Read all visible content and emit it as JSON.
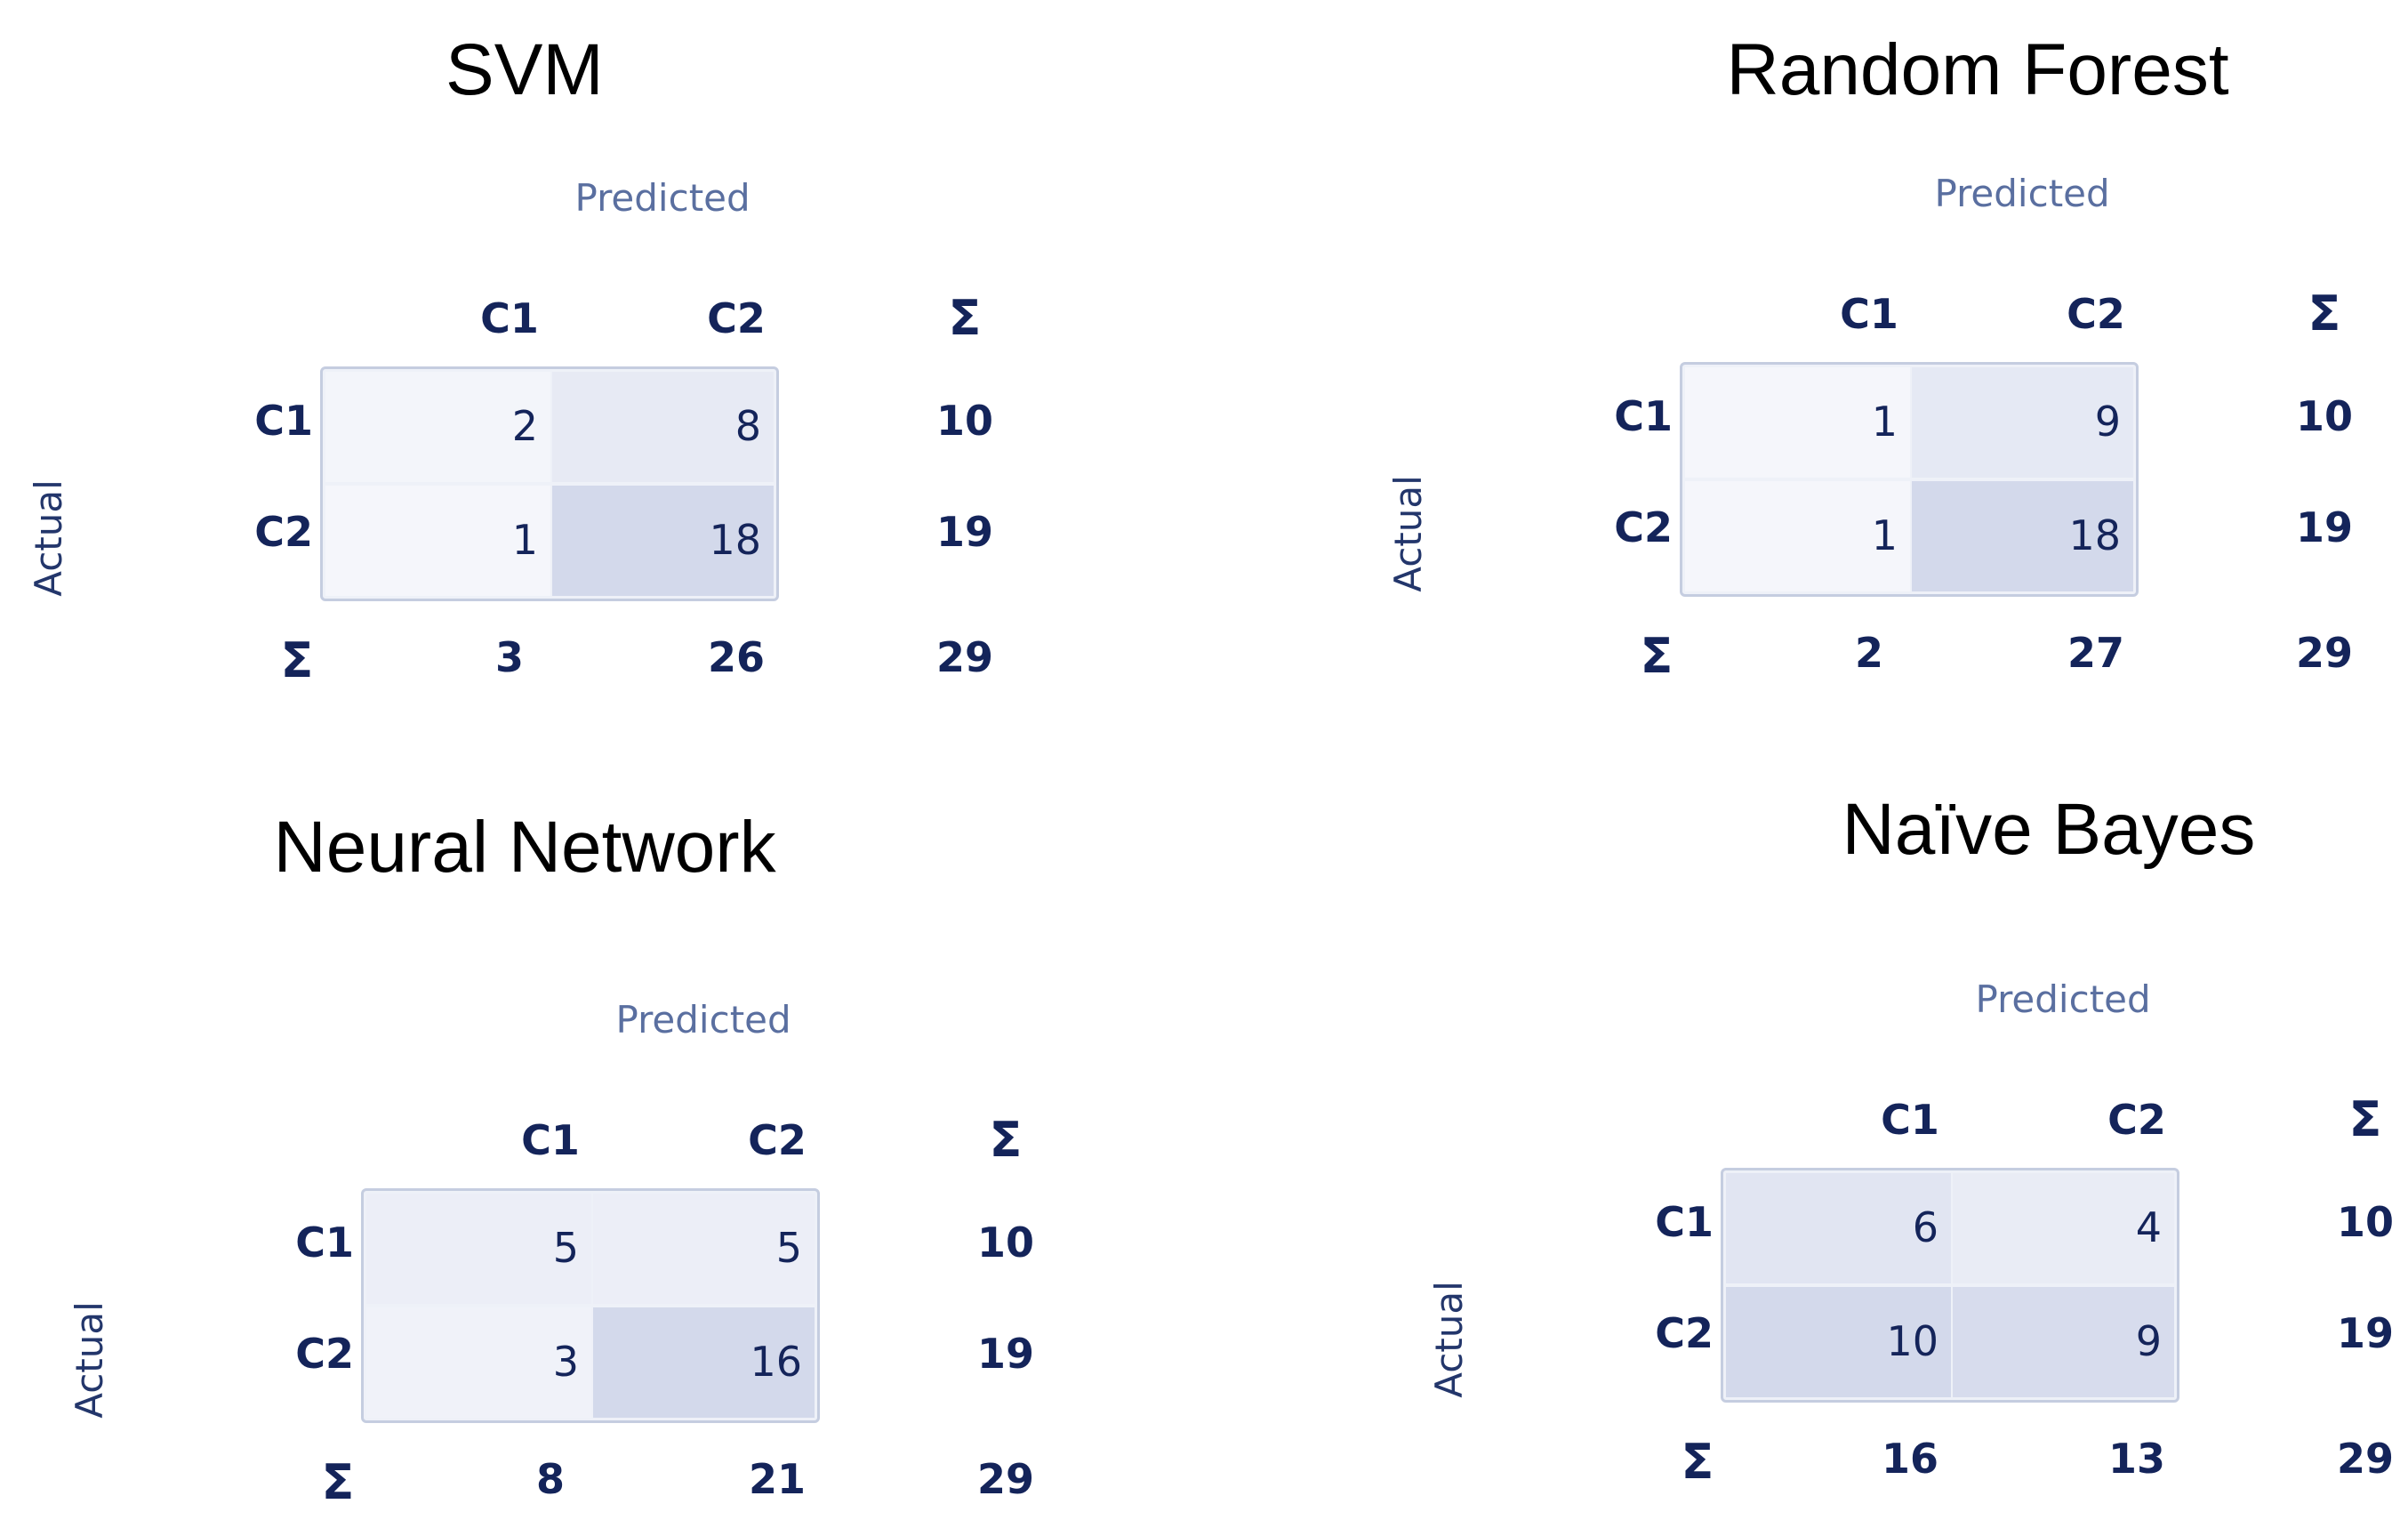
{
  "chart_data": [
    {
      "type": "table",
      "title": "SVM",
      "predicted_label": "Predicted",
      "actual_label": "Actual",
      "columns": [
        "C1",
        "C2"
      ],
      "rows": [
        "C1",
        "C2"
      ],
      "sum_symbol": "Σ",
      "matrix": [
        [
          2,
          8
        ],
        [
          1,
          18
        ]
      ],
      "row_sums": [
        10,
        19
      ],
      "col_sums": [
        3,
        26
      ],
      "total": 29
    },
    {
      "type": "table",
      "title": "Random Forest",
      "predicted_label": "Predicted",
      "actual_label": "Actual",
      "columns": [
        "C1",
        "C2"
      ],
      "rows": [
        "C1",
        "C2"
      ],
      "sum_symbol": "Σ",
      "matrix": [
        [
          1,
          9
        ],
        [
          1,
          18
        ]
      ],
      "row_sums": [
        10,
        19
      ],
      "col_sums": [
        2,
        27
      ],
      "total": 29
    },
    {
      "type": "table",
      "title": "Neural Network",
      "predicted_label": "Predicted",
      "actual_label": "Actual",
      "columns": [
        "C1",
        "C2"
      ],
      "rows": [
        "C1",
        "C2"
      ],
      "sum_symbol": "Σ",
      "matrix": [
        [
          5,
          5
        ],
        [
          3,
          16
        ]
      ],
      "row_sums": [
        10,
        19
      ],
      "col_sums": [
        8,
        21
      ],
      "total": 29
    },
    {
      "type": "table",
      "title": "Naïve Bayes",
      "predicted_label": "Predicted",
      "actual_label": "Actual",
      "columns": [
        "C1",
        "C2"
      ],
      "rows": [
        "C1",
        "C2"
      ],
      "sum_symbol": "Σ",
      "matrix": [
        [
          6,
          4
        ],
        [
          10,
          9
        ]
      ],
      "row_sums": [
        10,
        19
      ],
      "col_sums": [
        16,
        13
      ],
      "total": 29
    }
  ],
  "colors": {
    "cell_light": "#f7f8fc",
    "cell_dark": "#d6dced",
    "text": "#14245a",
    "predicted": "#5a6fa0"
  }
}
